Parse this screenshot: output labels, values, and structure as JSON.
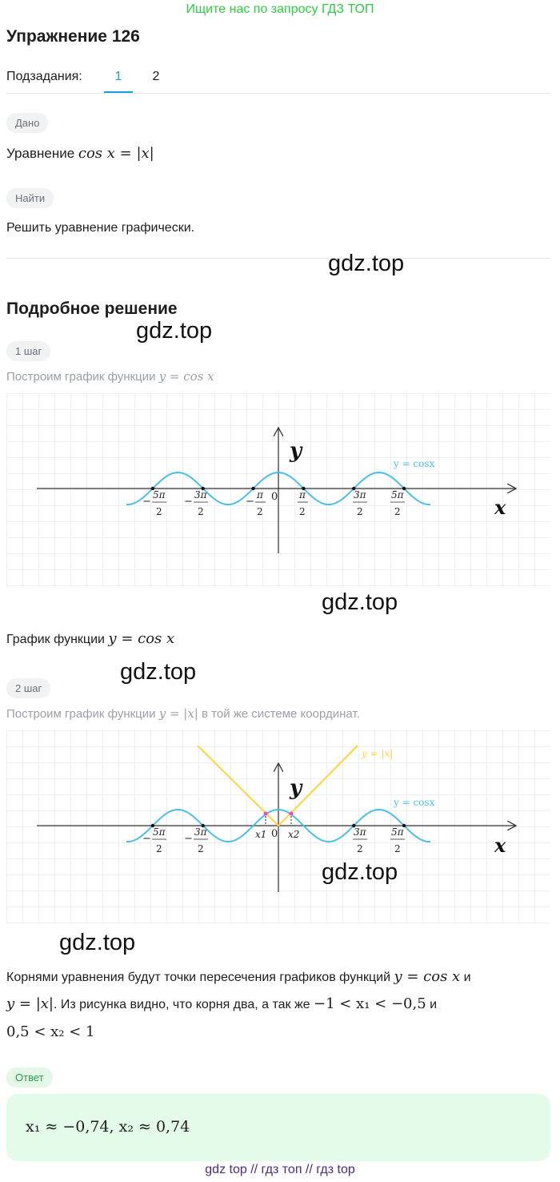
{
  "banner": "Ищите нас по запросу ГДЗ ТОП",
  "title": "Упражнение 126",
  "subtasks": {
    "label": "Подзадания:",
    "tabs": [
      "1",
      "2"
    ],
    "active": "1"
  },
  "given": {
    "pill": "Дано",
    "text_prefix": "Уравнение ",
    "equation": "cos x = |x|"
  },
  "find": {
    "pill": "Найти",
    "text": "Решить уравнение графически."
  },
  "solution_title": "Подробное решение",
  "watermark": "gdz.top",
  "step1": {
    "pill": "1 шаг",
    "text_prefix": "Построим график функции ",
    "equation": "y = cos x",
    "graph": {
      "y_label": "y",
      "x_label": "x",
      "curve_label": "y = cosx",
      "origin": "0",
      "tick_labels": [
        "−5π/2",
        "−3π/2",
        "−π/2",
        "π/2",
        "3π/2",
        "5π/2"
      ]
    },
    "caption_prefix": "График функции ",
    "caption_equation": "y = cos x"
  },
  "step2": {
    "pill": "2 шаг",
    "text_prefix": "Построим график функции ",
    "equation": "y = |x|",
    "text_suffix": " в той же системе координат.",
    "graph": {
      "y_label": "y",
      "x_label": "x",
      "curve_label": "y = cosx",
      "abs_label": "y = |x|",
      "origin": "0",
      "x1": "x1",
      "x2": "x2",
      "tick_labels": [
        "−5π/2",
        "−3π/2",
        "3π/2",
        "5π/2"
      ]
    }
  },
  "conclusion": {
    "line1_prefix": "Корнями уравнения будут точки пересечения графиков функций ",
    "line1_eq": "y = cos x",
    "line1_suffix": " и",
    "line2_eq1": "y = |x|",
    "line2_text": ". Из рисунка видно, что корня два, а так же ",
    "line2_eq2": "−1  <  x₁  <  −0,5",
    "line2_suffix": " и",
    "line3_eq": "0,5  <  x₂  <  1"
  },
  "answer": {
    "pill": "Ответ",
    "value": "x₁ ≈ −0,74, x₂ ≈ 0,74"
  },
  "footer": "gdz top  //  гдз топ  //  гдз top",
  "colors": {
    "cos": "#4bbfe6",
    "abs": "#ffd43b",
    "accent": "#19a0e0",
    "banner": "#2ecc40",
    "answer_bg": "#e5fbe9"
  }
}
